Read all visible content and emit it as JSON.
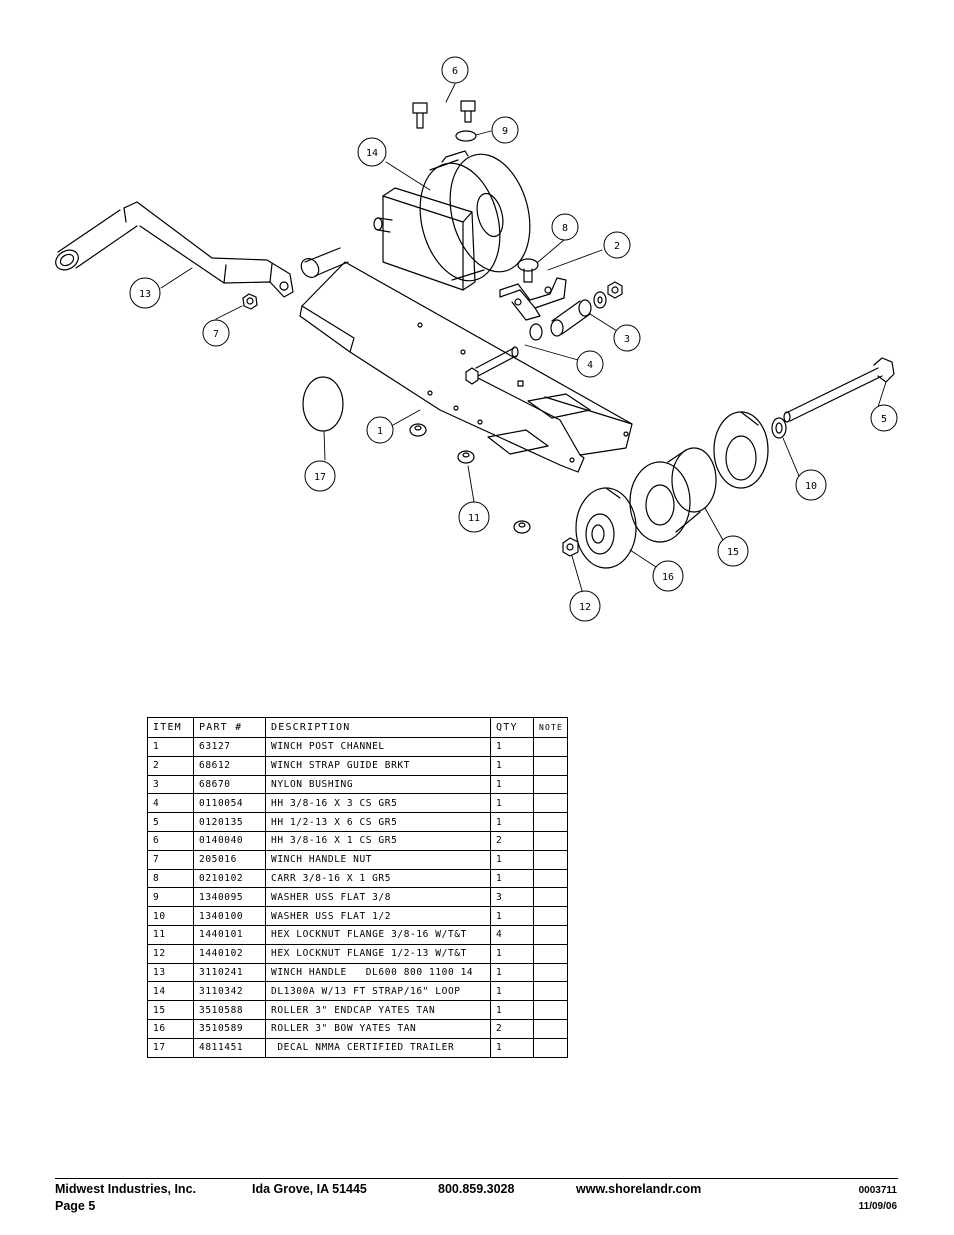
{
  "diagram": {
    "callouts": [
      "1",
      "2",
      "3",
      "4",
      "5",
      "6",
      "7",
      "8",
      "9",
      "10",
      "11",
      "12",
      "13",
      "14",
      "15",
      "16",
      "17"
    ]
  },
  "table": {
    "headers": [
      "ITEM",
      "PART #",
      "DESCRIPTION",
      "QTY",
      "NOTE"
    ],
    "rows": [
      {
        "item": "1",
        "part": "63127",
        "desc": "WINCH POST CHANNEL",
        "qty": "1",
        "note": ""
      },
      {
        "item": "2",
        "part": "68612",
        "desc": "WINCH STRAP GUIDE BRKT",
        "qty": "1",
        "note": ""
      },
      {
        "item": "3",
        "part": "68670",
        "desc": "NYLON BUSHING",
        "qty": "1",
        "note": ""
      },
      {
        "item": "4",
        "part": "0110054",
        "desc": "HH 3/8-16 X 3 CS GR5",
        "qty": "1",
        "note": ""
      },
      {
        "item": "5",
        "part": "0120135",
        "desc": "HH 1/2-13 X 6 CS GR5",
        "qty": "1",
        "note": ""
      },
      {
        "item": "6",
        "part": "0140040",
        "desc": "HH 3/8-16 X 1 CS GR5",
        "qty": "2",
        "note": ""
      },
      {
        "item": "7",
        "part": "205016",
        "desc": "WINCH HANDLE NUT",
        "qty": "1",
        "note": ""
      },
      {
        "item": "8",
        "part": "0210102",
        "desc": "CARR 3/8-16 X 1 GR5",
        "qty": "1",
        "note": ""
      },
      {
        "item": "9",
        "part": "1340095",
        "desc": "WASHER USS FLAT 3/8",
        "qty": "3",
        "note": ""
      },
      {
        "item": "10",
        "part": "1340100",
        "desc": "WASHER USS FLAT 1/2",
        "qty": "1",
        "note": ""
      },
      {
        "item": "11",
        "part": "1440101",
        "desc": "HEX LOCKNUT FLANGE 3/8-16 W/T&T",
        "qty": "4",
        "note": ""
      },
      {
        "item": "12",
        "part": "1440102",
        "desc": "HEX LOCKNUT FLANGE 1/2-13 W/T&T",
        "qty": "1",
        "note": ""
      },
      {
        "item": "13",
        "part": "3110241",
        "desc": "WINCH HANDLE   DL600 800 1100 14",
        "qty": "1",
        "note": ""
      },
      {
        "item": "14",
        "part": "3110342",
        "desc": "DL1300A W/13 FT STRAP/16\" LOOP",
        "qty": "1",
        "note": ""
      },
      {
        "item": "15",
        "part": "3510588",
        "desc": "ROLLER 3\" ENDCAP YATES TAN",
        "qty": "1",
        "note": ""
      },
      {
        "item": "16",
        "part": "3510589",
        "desc": "ROLLER 3\" BOW YATES TAN",
        "qty": "2",
        "note": ""
      },
      {
        "item": "17",
        "part": "4811451",
        "desc": " DECAL NMMA CERTIFIED TRAILER",
        "qty": "1",
        "note": ""
      }
    ]
  },
  "footer": {
    "company": "Midwest Industries, Inc.",
    "page": "Page 5",
    "city": "Ida Grove, IA  51445",
    "phone": "800.859.3028",
    "website": "www.shorelandr.com",
    "doc_number": "0003711",
    "date": "11/09/06"
  }
}
